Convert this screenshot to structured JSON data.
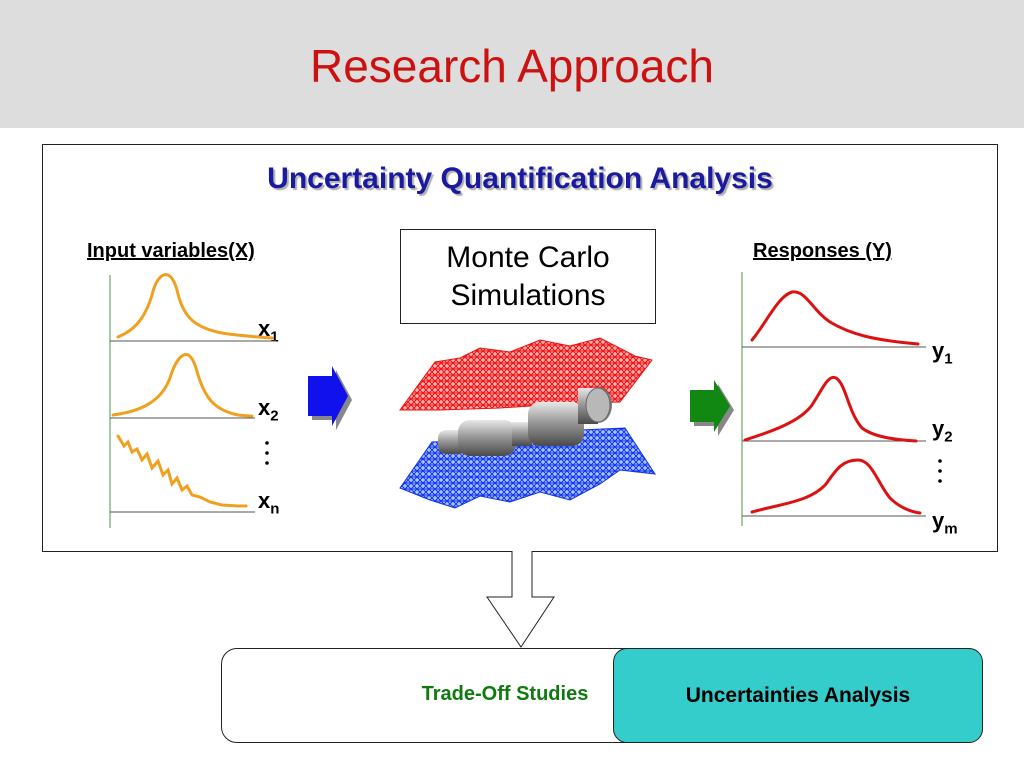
{
  "slide": {
    "title": "Research Approach"
  },
  "panel": {
    "title": "Uncertainty Quantification Analysis"
  },
  "inputs": {
    "label": "Input variables(X)",
    "vars": [
      {
        "base": "x",
        "sub": "1"
      },
      {
        "base": "x",
        "sub": "2"
      },
      {
        "base": "x",
        "sub": "n"
      }
    ],
    "curve_color": "#f0a020"
  },
  "simulation": {
    "line1": "Monte Carlo",
    "line2": "Simulations"
  },
  "responses": {
    "label": "Responses (Y)",
    "vars": [
      {
        "base": "y",
        "sub": "1"
      },
      {
        "base": "y",
        "sub": "2"
      },
      {
        "base": "y",
        "sub": "m"
      }
    ],
    "curve_color": "#dd1111"
  },
  "arrows": {
    "left_color": "#1111ee",
    "right_color": "#118811"
  },
  "results": {
    "left": "Trade-Off Studies",
    "right": "Uncertainties Analysis",
    "highlight_color": "#35cccc"
  }
}
